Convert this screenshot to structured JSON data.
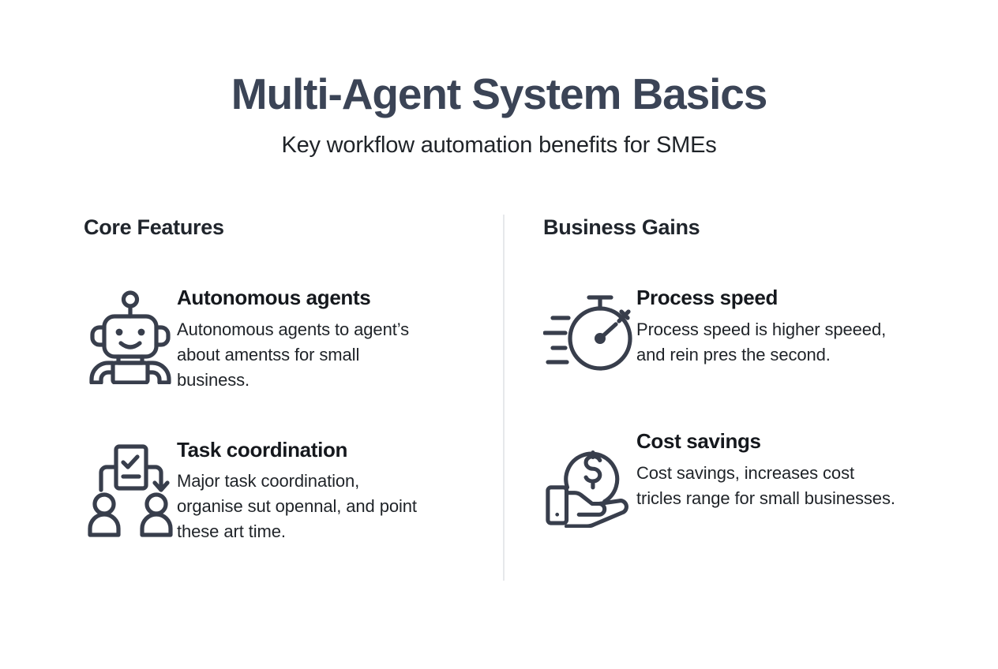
{
  "header": {
    "title": "Multi-Agent System Basics",
    "subtitle": "Key workflow automation benefits for SMEs"
  },
  "colors": {
    "title": "#3b4456",
    "text": "#1f2328",
    "icon_stroke": "#383e4c",
    "divider": "#e6e8eb",
    "background": "#ffffff"
  },
  "columns": [
    {
      "heading": "Core Features",
      "items": [
        {
          "icon": "robot-icon",
          "title": "Autonomous agents",
          "desc": "Autonomous agents to agent’s about amentss for small business."
        },
        {
          "icon": "task-coordination-icon",
          "title": "Task coordination",
          "desc": "Major task coordination, organise sut opennal, and point these art time."
        }
      ]
    },
    {
      "heading": "Business Gains",
      "items": [
        {
          "icon": "stopwatch-icon",
          "title": "Process speed",
          "desc": "Process speed is higher speeed, and rein pres the second."
        },
        {
          "icon": "hand-coin-icon",
          "title": "Cost savings",
          "desc": "Cost savings, increases cost tricles range for small businesses."
        }
      ]
    }
  ]
}
